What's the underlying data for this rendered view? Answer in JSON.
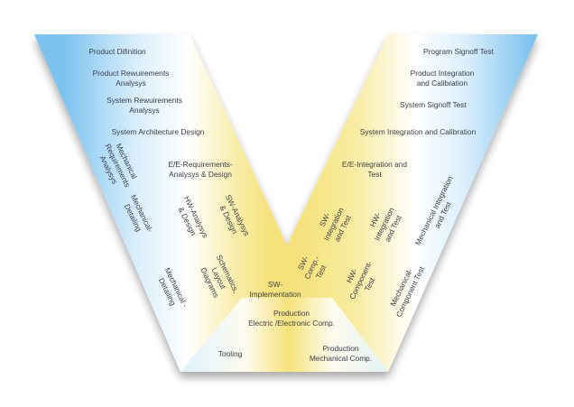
{
  "diagram": {
    "type": "v-model",
    "colors": {
      "blue": "#7cc2ee",
      "yellow": "#f6e27a",
      "white": "#ffffff",
      "text": "#3a3f4a"
    },
    "labels": {
      "product_definition": [
        "Product Difinition"
      ],
      "product_requirements_analysis": [
        "Product Rewuirements",
        "Analysys"
      ],
      "system_requirements_analysis": [
        "System Rewuirements",
        "Analysys"
      ],
      "system_architecture_design": [
        "System Architecture Design"
      ],
      "mechanical_requirements_analysis": [
        "Mechanical",
        "Requirements",
        "Analysys"
      ],
      "ee_requirements_analysis_design": [
        "E/E-Requirements-",
        "Analysys & Design"
      ],
      "mechanical_detailing_upper": [
        "Mechanical-",
        "Detailing"
      ],
      "hw_analysis_design": [
        "HW-Analysys",
        "& Design"
      ],
      "sw_analysis_design": [
        "SW-Analysys",
        "& Design"
      ],
      "mechanical_detailing_lower": [
        "Mechanical -",
        "Detailing"
      ],
      "schematics_layout_diagrams": [
        "Schematics,",
        "Layout",
        "Diagrams"
      ],
      "sw_implementation": [
        "SW-",
        "Implementation"
      ],
      "production_electric": [
        "Production",
        "Electric /Electronic Comp."
      ],
      "tooling": [
        "Tooling"
      ],
      "production_mechanical": [
        "Production",
        "Mechanical Comp."
      ],
      "program_signoff_test": [
        "Program Signoff Test"
      ],
      "product_integration_calibration": [
        "Product Integration",
        "and Calibration"
      ],
      "system_signoff_test": [
        "System Signoff Test"
      ],
      "system_integration_calibration": [
        "System Integration and Calibration"
      ],
      "ee_integration_test": [
        "E/E-Integration and",
        "Test"
      ],
      "sw_integration_test": [
        "SW-",
        "Integration",
        "and Test"
      ],
      "hw_integration_test": [
        "HW-",
        "Integration",
        "and Test"
      ],
      "mechanical_integration_test": [
        "Mechanical  Integration",
        "and Test"
      ],
      "sw_comp_test": [
        "SW-",
        "Comp.-",
        "Test"
      ],
      "hw_component_test": [
        "HW-",
        "Component-",
        "Test"
      ],
      "mechanical_component_test": [
        "Mechanical-",
        "Component Test"
      ]
    }
  }
}
